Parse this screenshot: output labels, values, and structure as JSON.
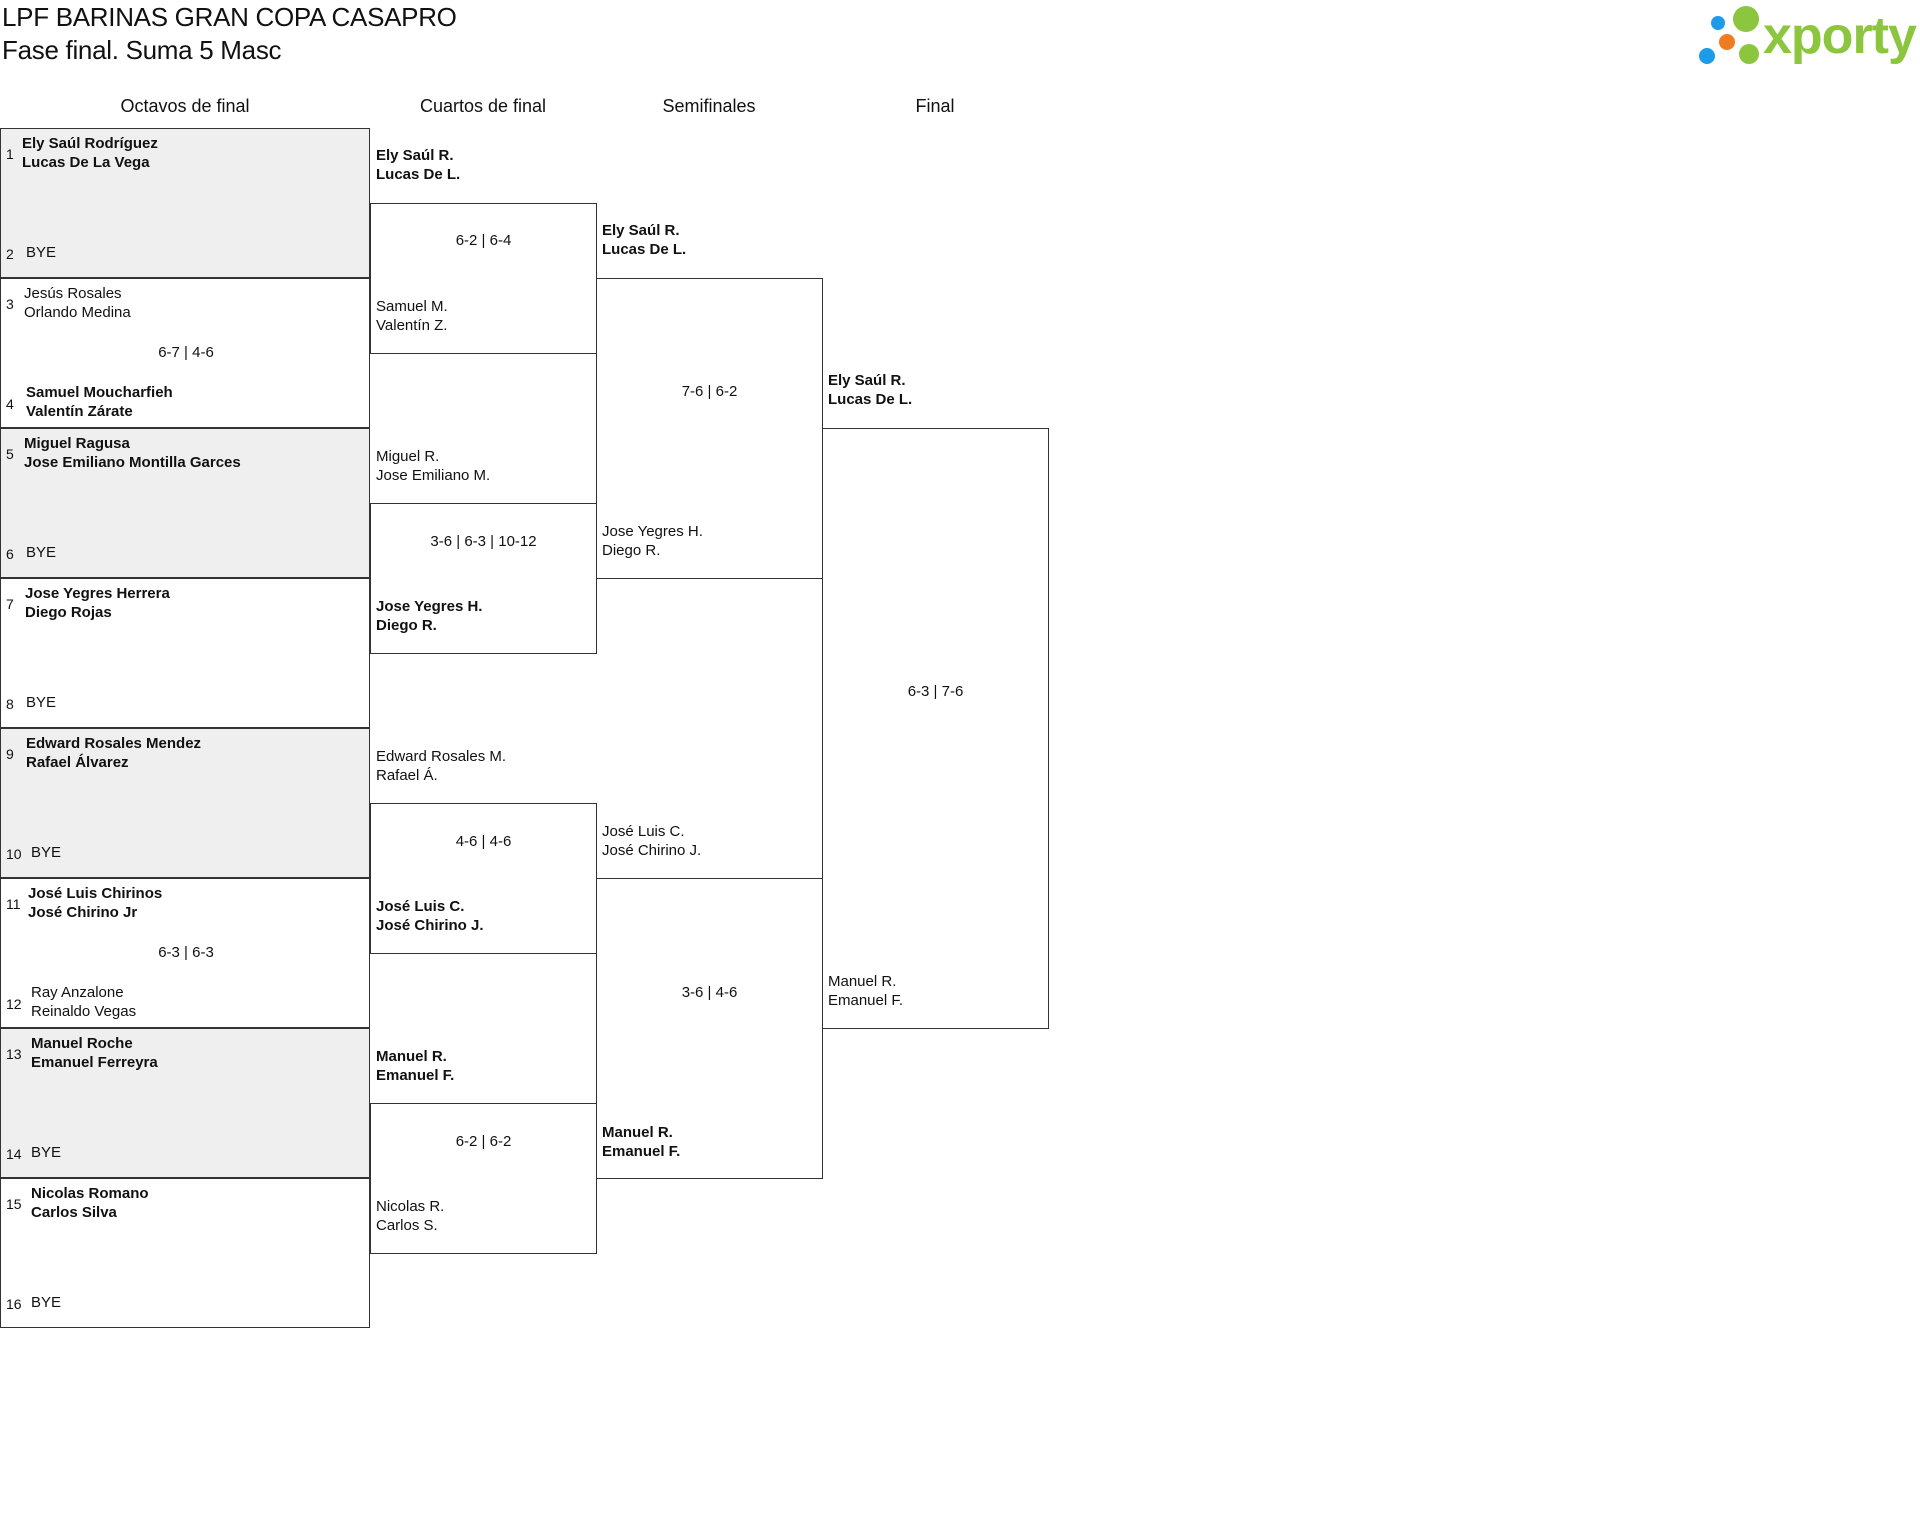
{
  "header": {
    "title": "LPF BARINAS GRAN COPA CASAPRO",
    "subtitle": "Fase final. Suma 5 Masc",
    "logo_text": "xporty"
  },
  "colors": {
    "shade": "#efefef",
    "logo_green": "#8cc63f",
    "logo_blue": "#1e9be8",
    "logo_orange": "#f07c22"
  },
  "rounds": [
    "Octavos de final",
    "Cuartos de final",
    "Semifinales",
    "Final"
  ],
  "octavos": [
    {
      "seed_a": "1",
      "a1": "Ely Saúl Rodríguez",
      "a2": "Lucas De La Vega",
      "seed_b": "2",
      "b1": "BYE",
      "b2": "",
      "score": ""
    },
    {
      "seed_a": "3",
      "a1": "Jesús Rosales",
      "a2": "Orlando Medina",
      "seed_b": "4",
      "b1": "Samuel Moucharfieh",
      "b2": "Valentín Zárate",
      "score": "6-7 | 4-6"
    },
    {
      "seed_a": "5",
      "a1": "Miguel Ragusa",
      "a2": "Jose Emiliano Montilla Garces",
      "seed_b": "6",
      "b1": "BYE",
      "b2": "",
      "score": ""
    },
    {
      "seed_a": "7",
      "a1": "Jose Yegres Herrera",
      "a2": "Diego Rojas",
      "seed_b": "8",
      "b1": "BYE",
      "b2": "",
      "score": ""
    },
    {
      "seed_a": "9",
      "a1": "Edward Rosales Mendez",
      "a2": "Rafael Álvarez",
      "seed_b": "10",
      "b1": "BYE",
      "b2": "",
      "score": ""
    },
    {
      "seed_a": "11",
      "a1": "José Luis Chirinos",
      "a2": "José Chirino Jr",
      "seed_b": "12",
      "b1": "Ray Anzalone",
      "b2": "Reinaldo Vegas",
      "score": "6-3 | 6-3"
    },
    {
      "seed_a": "13",
      "a1": "Manuel Roche",
      "a2": "Emanuel Ferreyra",
      "seed_b": "14",
      "b1": "BYE",
      "b2": "",
      "score": ""
    },
    {
      "seed_a": "15",
      "a1": "Nicolas Romano",
      "a2": "Carlos Silva",
      "seed_b": "16",
      "b1": "BYE",
      "b2": "",
      "score": ""
    }
  ],
  "cuartos": [
    {
      "a1": "Ely Saúl R.",
      "a2": "Lucas De L.",
      "b1": "Samuel M.",
      "b2": "Valentín Z.",
      "score": "6-2 | 6-4"
    },
    {
      "a1": "Miguel R.",
      "a2": "Jose Emiliano M.",
      "b1": "Jose Yegres H.",
      "b2": "Diego R.",
      "score": "3-6 | 6-3 | 10-12"
    },
    {
      "a1": "Edward Rosales M.",
      "a2": "Rafael Á.",
      "b1": "José Luis C.",
      "b2": "José Chirino J.",
      "score": "4-6 | 4-6"
    },
    {
      "a1": "Manuel R.",
      "a2": "Emanuel F.",
      "b1": "Nicolas R.",
      "b2": "Carlos S.",
      "score": "6-2 | 6-2"
    }
  ],
  "semis": [
    {
      "a1": "Ely Saúl R.",
      "a2": "Lucas De L.",
      "b1": "Jose Yegres H.",
      "b2": "Diego R.",
      "score": "7-6 | 6-2"
    },
    {
      "a1": "José Luis C.",
      "a2": "José Chirino J.",
      "b1": "Manuel R.",
      "b2": "Emanuel F.",
      "score": "3-6 | 4-6"
    }
  ],
  "final": {
    "a1": "Ely Saúl R.",
    "a2": "Lucas De L.",
    "b1": "Manuel R.",
    "b2": "Emanuel F.",
    "score": "6-3 | 7-6"
  }
}
